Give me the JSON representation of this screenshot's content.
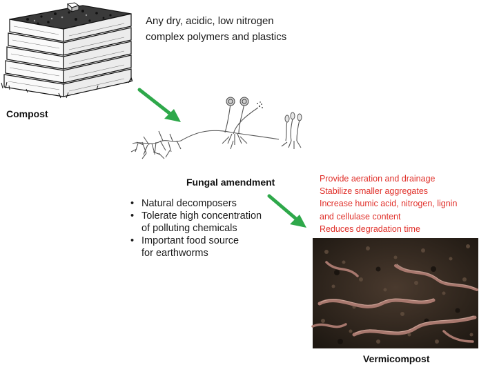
{
  "compost": {
    "label": "Compost"
  },
  "inputs": {
    "lines": [
      "Any dry, acidic, low nitrogen",
      "complex polymers and plastics"
    ]
  },
  "fungal": {
    "label": "Fungal amendment",
    "bullets": [
      {
        "lines": [
          "Natural decomposers"
        ]
      },
      {
        "lines": [
          "Tolerate high concentration",
          "of polluting chemicals"
        ]
      },
      {
        "lines": [
          "Important food source",
          "for earthworms"
        ]
      }
    ]
  },
  "vermicompost": {
    "label": "Vermicompost",
    "benefits": [
      "Provide aeration and drainage",
      "Stabilize smaller aggregates",
      "Increase humic acid, nitrogen, lignin",
      "and cellulase content",
      "Reduces degradation time"
    ]
  },
  "colors": {
    "arrow": "#2ea84a",
    "benefit_text": "#e0302a",
    "soil_dark": "#2a221c",
    "worm": "#a8786e"
  },
  "icons": {
    "compost_bin": "compost-bin-illustration",
    "fungus": "fungus-illustration",
    "vermicompost_photo": "vermicompost-photo"
  }
}
